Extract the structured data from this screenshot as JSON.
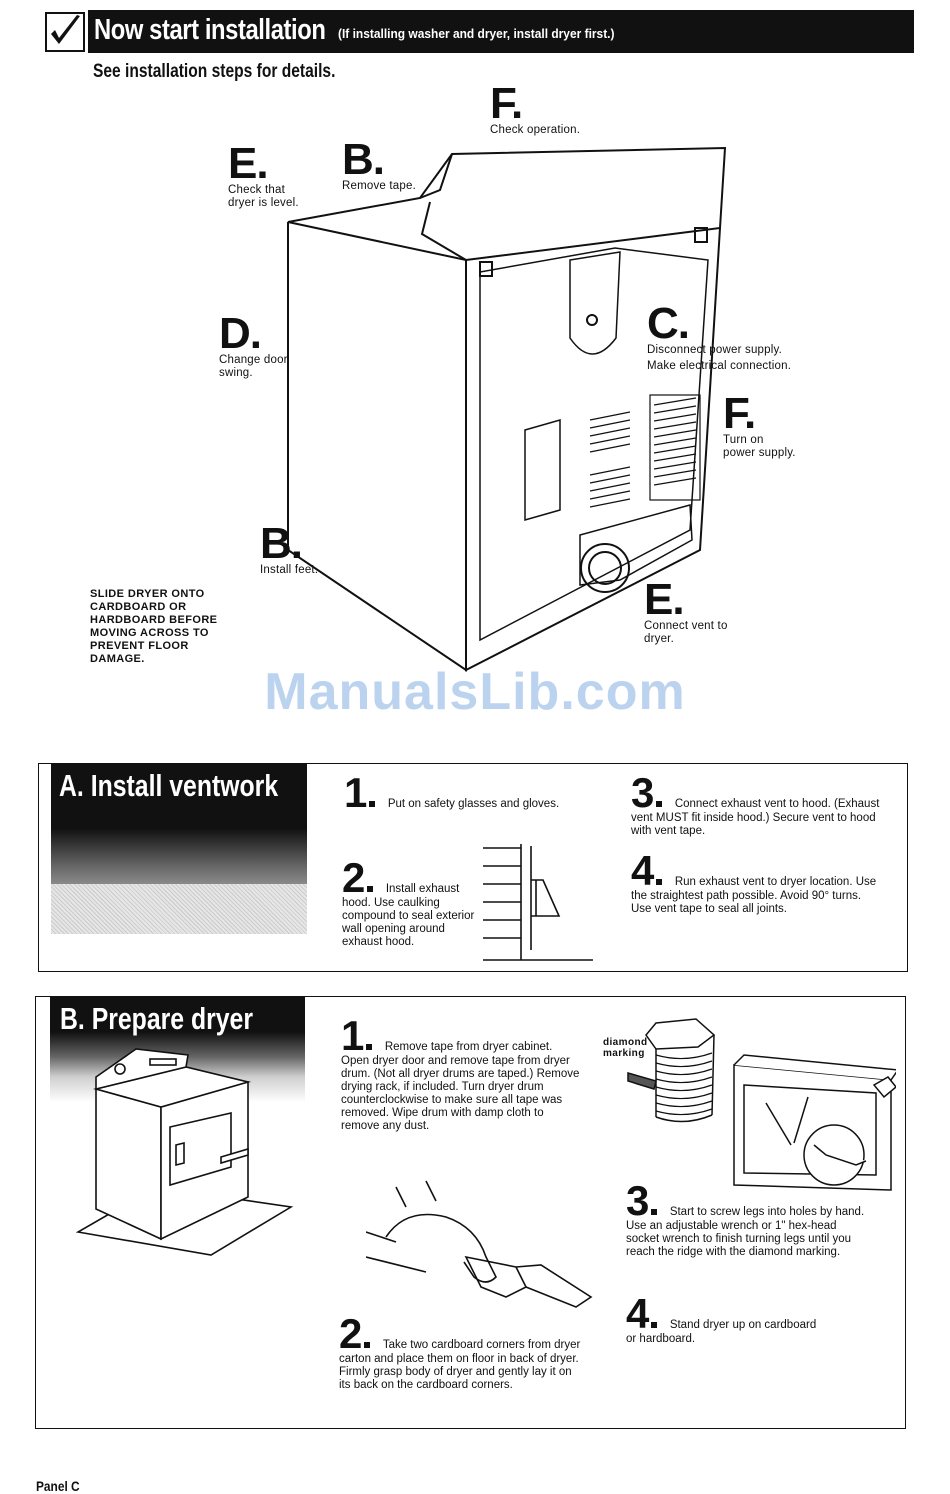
{
  "header": {
    "title": "Now start installation",
    "note": "(If installing washer and dryer, install dryer first.)",
    "subtitle": "See installation steps for details."
  },
  "diagram": {
    "callouts": {
      "f_top": {
        "letter": "F.",
        "text": "Check operation."
      },
      "e_left": {
        "letter": "E.",
        "text1": "Check that",
        "text2": "dryer is level."
      },
      "b_top": {
        "letter": "B.",
        "text": "Remove tape."
      },
      "d": {
        "letter": "D.",
        "text1": "Change door",
        "text2": "swing."
      },
      "c": {
        "letter": "C.",
        "text1": "Disconnect power supply.",
        "text2": "Make electrical connection."
      },
      "f_right": {
        "letter": "F.",
        "text1": "Turn on",
        "text2": "power supply."
      },
      "b_bottom": {
        "letter": "B.",
        "text": "Install feet."
      },
      "e_bottom": {
        "letter": "E.",
        "text1": "Connect vent to",
        "text2": "dryer."
      }
    },
    "warning": [
      "SLIDE DRYER ONTO",
      "CARDBOARD OR",
      "HARDBOARD BEFORE",
      "MOVING ACROSS TO",
      "PREVENT FLOOR",
      "DAMAGE."
    ]
  },
  "watermark": "ManualsLib.com",
  "section_a": {
    "title": "A. Install ventwork",
    "steps": [
      {
        "num": "1",
        "lines": [
          "Put on safety glasses and gloves."
        ]
      },
      {
        "num": "2",
        "lines": [
          "Install exhaust",
          "hood. Use caulking",
          "compound to seal exterior",
          "wall opening around",
          "exhaust hood."
        ]
      },
      {
        "num": "3",
        "lines": [
          "Connect exhaust vent to hood. (Exhaust",
          "vent MUST fit inside hood.) Secure vent to hood",
          "with vent tape."
        ]
      },
      {
        "num": "4",
        "lines": [
          "Run exhaust vent to dryer location. Use",
          "the straightest path possible. Avoid 90° turns.",
          "Use vent tape to seal all joints."
        ]
      }
    ]
  },
  "section_b": {
    "title": "B. Prepare dryer",
    "diamond_label": [
      "diamond",
      "marking"
    ],
    "steps": [
      {
        "num": "1",
        "lines": [
          "Remove tape from dryer cabinet.",
          "Open dryer door and remove tape from dryer",
          "drum. (Not all dryer drums are taped.) Remove",
          "drying rack, if included. Turn dryer drum",
          "counterclockwise to make sure all tape was",
          "removed. Wipe drum with damp cloth to",
          "remove any dust."
        ]
      },
      {
        "num": "2",
        "lines": [
          "Take two cardboard corners from dryer",
          "carton and place them on floor in back of dryer.",
          "Firmly grasp body of dryer and gently lay it on",
          "its back on the cardboard corners."
        ]
      },
      {
        "num": "3",
        "lines": [
          "Start to screw legs into holes by hand.",
          "Use an adjustable wrench or 1\" hex-head",
          "socket wrench to finish turning legs until you",
          "reach the ridge with the diamond marking."
        ]
      },
      {
        "num": "4",
        "lines": [
          "Stand dryer up on cardboard",
          "or hardboard."
        ]
      }
    ]
  },
  "footer": "Panel C"
}
